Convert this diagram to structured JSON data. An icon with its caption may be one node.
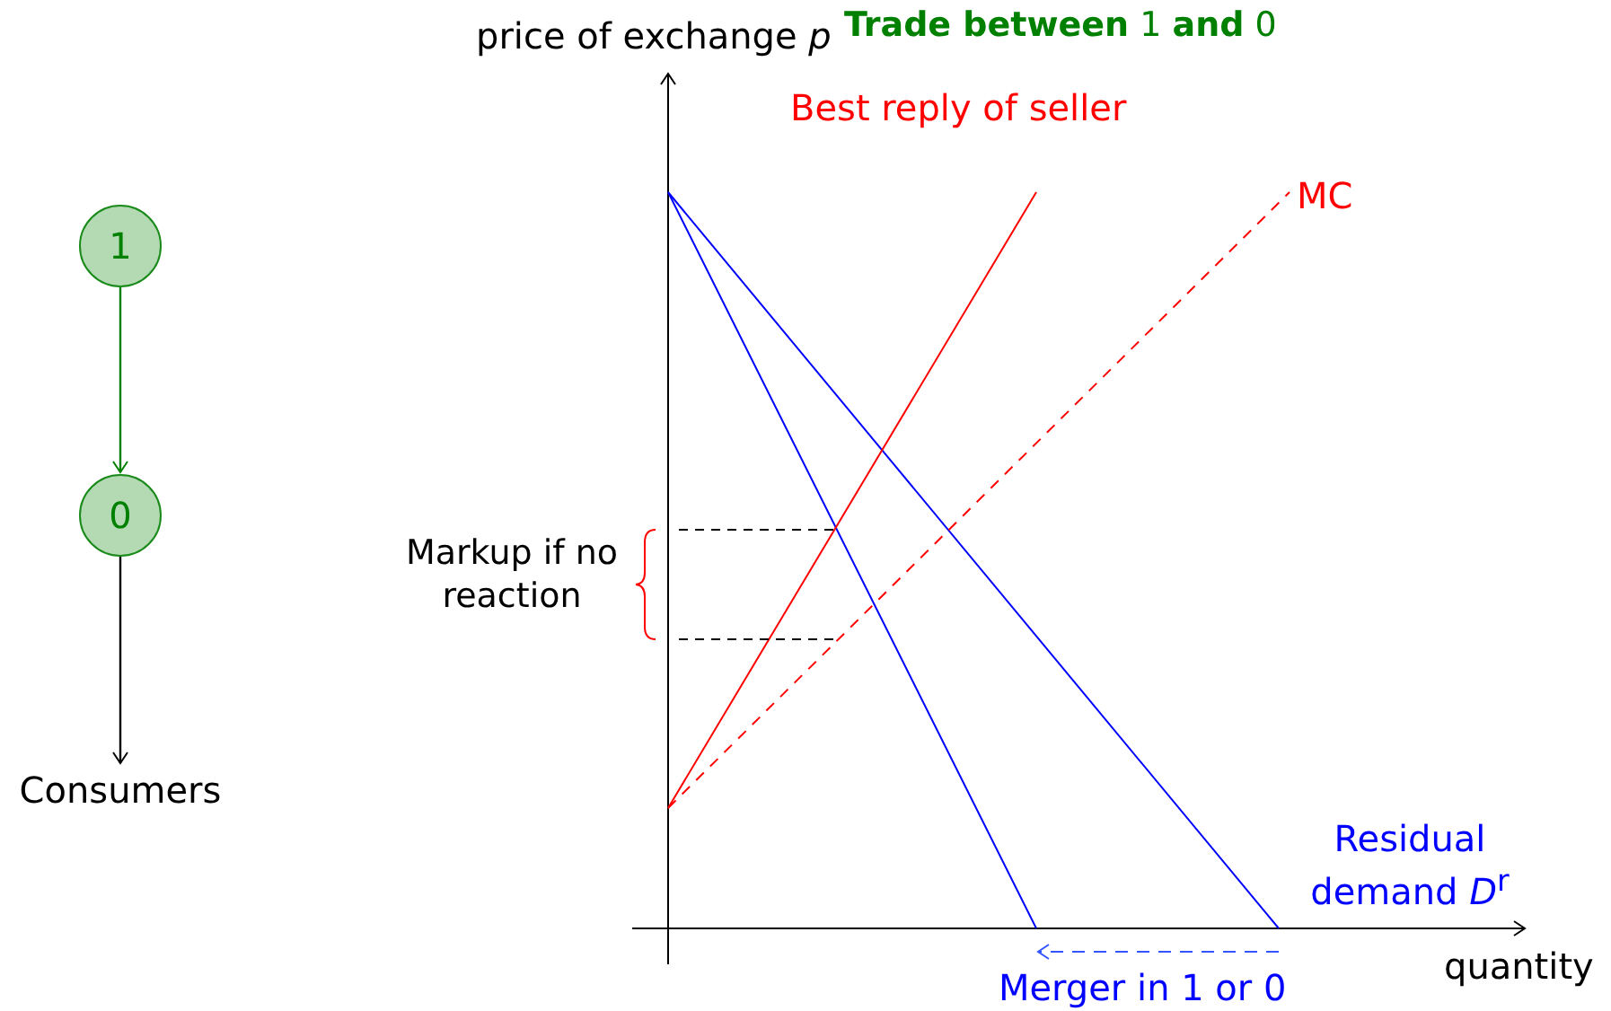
{
  "diagram": {
    "title": "**Trade between** 1 **and** 0",
    "nodes": [
      {
        "text": [
          "1"
        ]
      },
      {
        "text": [
          "0"
        ]
      },
      {
        "text": [
          "Consumers"
        ]
      }
    ],
    "edges": [
      {
        "from": 0,
        "to": 1,
        "arrow": "to",
        "color": "#008000"
      },
      {
        "from": 1,
        "to": 2,
        "arrow": "to",
        "color": "#000000"
      }
    ],
    "labels": [
      "price of exchange *p*",
      "Best reply of seller",
      "MC",
      "Markup if no reaction",
      "Residual demand *D*$^{r}$",
      "quantity",
      "Merger in 1 or 0"
    ]
  }
}
